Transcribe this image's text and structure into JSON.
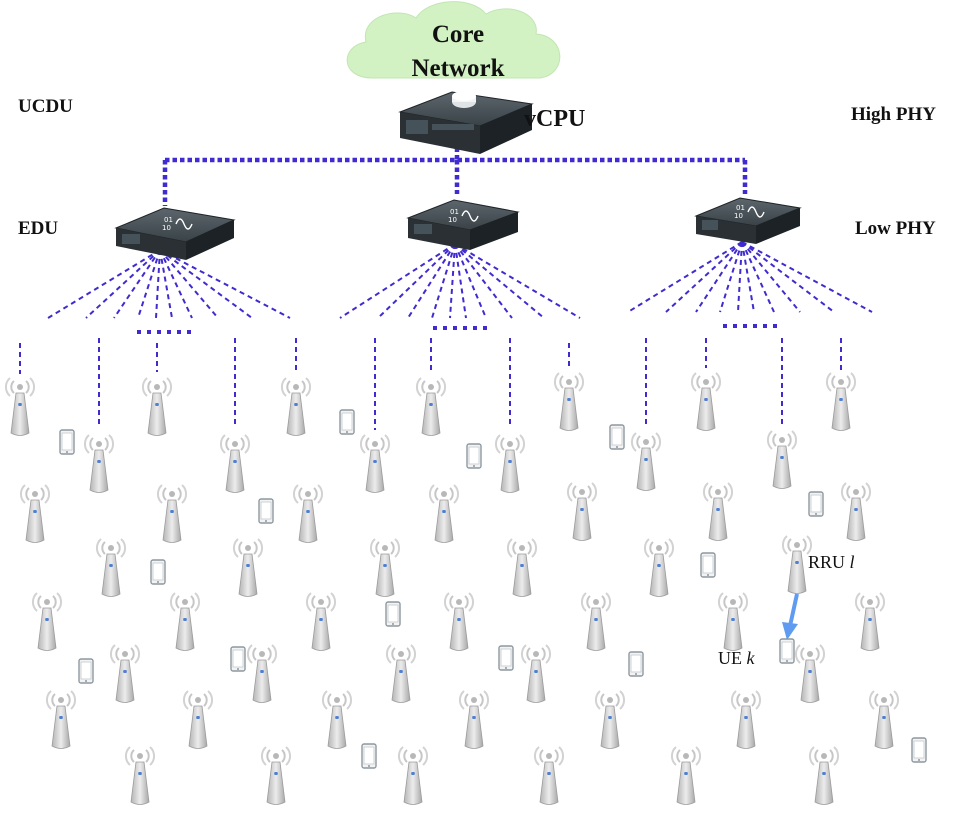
{
  "core": {
    "line1": "Core",
    "line2": "Network"
  },
  "vcpu": {
    "label": "vCPU"
  },
  "left_labels": {
    "top": "UCDU",
    "bottom": "EDU"
  },
  "right_labels": {
    "top": "High PHY",
    "bottom": "Low PHY"
  },
  "annotation": {
    "rru": "RRU",
    "rru_idx": "l",
    "ue": "UE",
    "ue_idx": "k"
  },
  "ellipsis": "......",
  "colors": {
    "link": "#3f2bd0",
    "cloud": "#d3f2c4",
    "antenna": "#c9c9c9",
    "arrow": "#5f9bf0",
    "server": "#2c3236"
  },
  "icons": {
    "server": "rack-server-icon",
    "antenna": "antenna-tower-icon",
    "ue": "smartphone-icon"
  }
}
